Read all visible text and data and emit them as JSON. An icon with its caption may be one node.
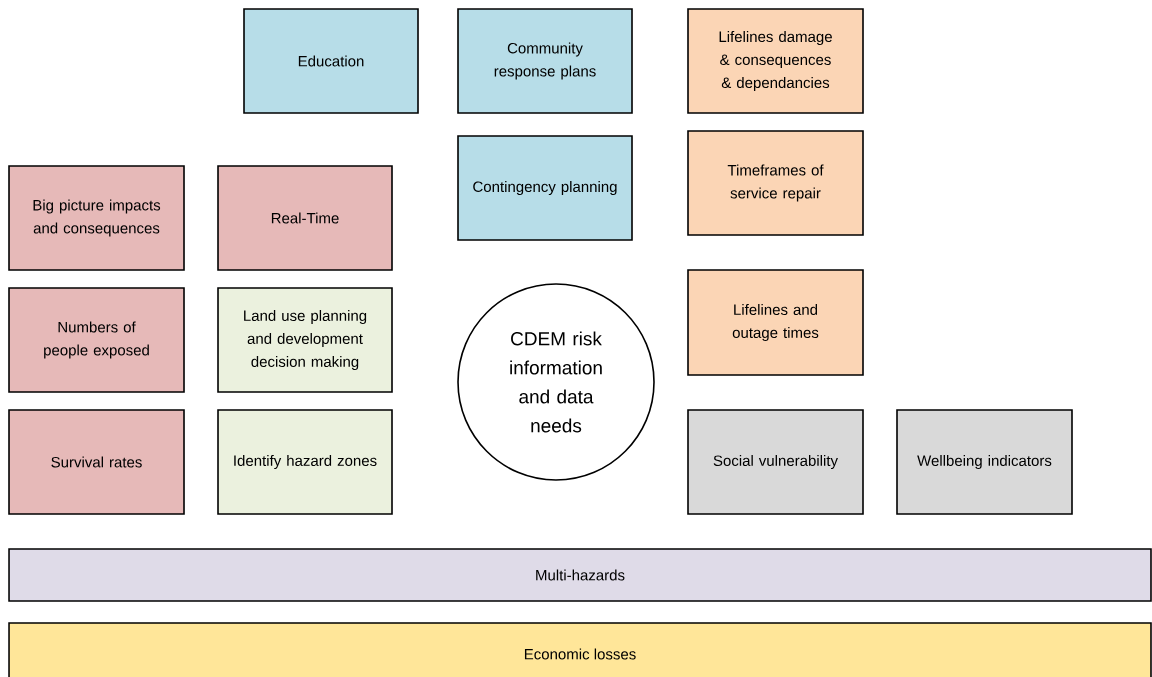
{
  "diagram": {
    "nodes": [
      {
        "text": [
          "Education"
        ]
      },
      {
        "text": [
          "Community response plans"
        ]
      },
      {
        "text": [
          "Lifelines damage & consequences & dependancies"
        ]
      },
      {
        "text": [
          "Contingency planning"
        ]
      },
      {
        "text": [
          "Timeframes of service repair"
        ]
      },
      {
        "text": [
          "Big picture impacts and consequences"
        ]
      },
      {
        "text": [
          "Real-Time"
        ]
      },
      {
        "text": [
          "Numbers of people exposed"
        ]
      },
      {
        "text": [
          "Land use planning and development decision making"
        ]
      },
      {
        "text": [
          "CDEM risk information and data needs"
        ]
      },
      {
        "text": [
          "Lifelines and outage times"
        ]
      },
      {
        "text": [
          "Survival rates"
        ]
      },
      {
        "text": [
          "Identify hazard zones"
        ]
      },
      {
        "text": [
          "Social vulnerability"
        ]
      },
      {
        "text": [
          "Wellbeing indicators"
        ]
      },
      {
        "text": [
          "Multi-hazards"
        ]
      },
      {
        "text": [
          "Economic losses"
        ]
      }
    ]
  }
}
